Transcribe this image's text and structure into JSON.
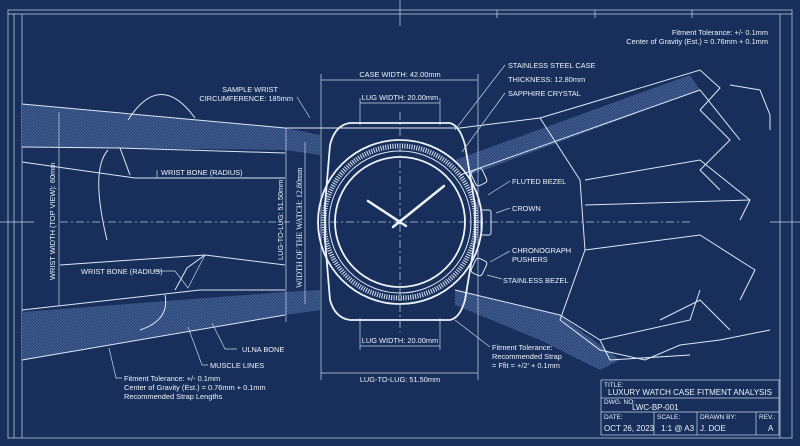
{
  "notes": {
    "top_right": [
      "Fitment Tolerance: +/- 0.1mm",
      "Center of Gravity (Est.) = 0.76mm + 0.1mm"
    ],
    "bottom_left": [
      "Fitment Tolerance: +/- 0.1mm",
      "Center of Gravity (Est.) = 0.76mm + 0.1mm",
      "Recommended Strap Lengths"
    ],
    "bottom_center": [
      "Fitment Tolerance:",
      "Recommended Strap",
      "= Ffit = +/2' + 0.1mm"
    ]
  },
  "labels": {
    "sample_wrist": [
      "SAMPLE WRIST",
      "CIRCUMFERENCE: 185mm"
    ],
    "wrist_bone_upper": "WRIST BONE (RADIUS)",
    "wrist_bone_lower": "WRIST BONE (RADIUS)",
    "wrist_width": "WRIST WIDTH (TOP VIEW): 60mm",
    "lug_to_lug_vertical": "LUG-TO-LUG: 51.50mm",
    "watch_width_vertical": "WIDTH OF THE WATCH: 12.80mm",
    "ulna_bone": "ULNA BONE",
    "muscle_lines": "MUSCLE LINES",
    "case_width": "CASE WIDTH: 42.00mm",
    "lug_width_top": "LUG WIDTH: 20.00mm",
    "lug_width_bottom": "LUG WIDTH: 20.00mm",
    "lug_to_lug_bottom": "LUG-TO-LUG: 51.50mm",
    "stainless_case": "STAINLESS STEEL CASE",
    "thickness": "THICKNESS: 12.80mm",
    "sapphire": "SAPPHIRE CRYSTAL",
    "fluted_bezel": "FLUTED BEZEL",
    "crown": "CROWN",
    "chronograph": [
      "CHRONOGRAPH",
      "PUSHERS"
    ],
    "stainless_bezel": "STAINLESS BEZEL"
  },
  "title_block": {
    "title_label": "TITLE:",
    "title": "LUXURY WATCH CASE FITMENT ANALYSIS",
    "dwg_label": "DWG. NO:",
    "dwg": "LWC-BP-001",
    "date_label": "DATE:",
    "date": "OCT 26, 2023",
    "scale_label": "SCALE:",
    "scale": "1:1 @ A3",
    "drawn_label": "DRAWN BY:",
    "drawn": "J. DOE",
    "rev_label": "REV.:",
    "rev": "A"
  },
  "colors": {
    "background": "#182f5c",
    "lines": "#dfe8f5"
  }
}
